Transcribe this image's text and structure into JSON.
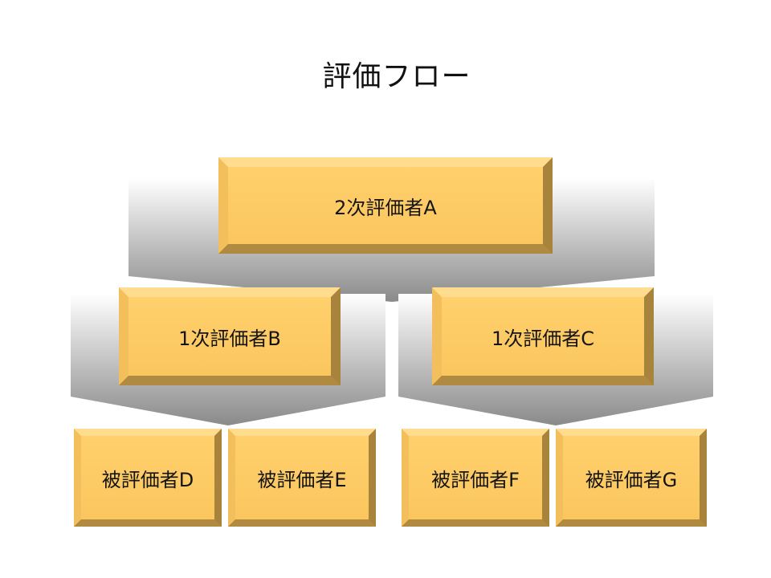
{
  "title": "評価フロー",
  "colors": {
    "box_fill": "#fcc864",
    "box_highlight": "#ffdc8e",
    "box_shadow": "#a8833c",
    "connector_dark": "#8c8c8c",
    "connector_light": "#ffffff"
  },
  "nodes": {
    "a": {
      "label": "2次評価者A"
    },
    "b": {
      "label": "1次評価者B"
    },
    "c": {
      "label": "1次評価者C"
    },
    "d": {
      "label": "被評価者D"
    },
    "e": {
      "label": "被評価者E"
    },
    "f": {
      "label": "被評価者F"
    },
    "g": {
      "label": "被評価者G"
    }
  },
  "edges": [
    {
      "from": "a",
      "to": [
        "b",
        "c"
      ]
    },
    {
      "from": "b",
      "to": [
        "d",
        "e"
      ]
    },
    {
      "from": "c",
      "to": [
        "f",
        "g"
      ]
    }
  ]
}
